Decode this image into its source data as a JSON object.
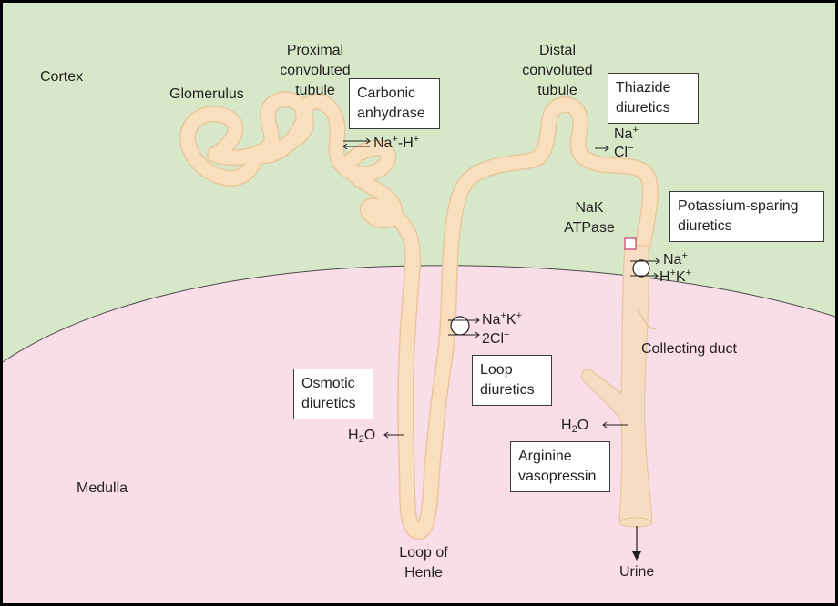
{
  "regions": {
    "cortex": "Cortex",
    "medulla": "Medulla"
  },
  "structures": {
    "glomerulus": "Glomerulus",
    "proximal_tubule": [
      "Proximal",
      "convoluted",
      "tubule"
    ],
    "distal_tubule": [
      "Distal",
      "convoluted",
      "tubule"
    ],
    "loop_of_henle": [
      "Loop of",
      "Henle"
    ],
    "collecting_duct": "Collecting duct",
    "urine": "Urine",
    "nak_atpase": [
      "NaK",
      "ATPase"
    ]
  },
  "drug_boxes": {
    "carbonic_anhydrase": [
      "Carbonic",
      "anhydrase"
    ],
    "thiazide": [
      "Thiazide",
      "diuretics"
    ],
    "potassium_sparing": [
      "Potassium-sparing",
      "diuretics"
    ],
    "loop": [
      "Loop",
      "diuretics"
    ],
    "osmotic": [
      "Osmotic",
      "diuretics"
    ],
    "vasopressin": [
      "Arginine",
      "vasopressin"
    ]
  },
  "ions": {
    "na": "Na",
    "h": "H",
    "k": "K",
    "cl": "Cl",
    "two_cl": "2Cl",
    "h2o_h": "H",
    "h2o_2": "2",
    "h2o_o": "O",
    "plus": "+",
    "minus": "−",
    "dash": "-"
  },
  "colors": {
    "cortex": "#d7e8c8",
    "medulla": "#f9dde8",
    "tubule_fill": "#f9dfbe",
    "tubule_edge": "#e8c69c",
    "duct_fill": "#f6ddc1",
    "line": "#231f20",
    "atpase_box": "#c8406a",
    "frame": "#000000"
  }
}
